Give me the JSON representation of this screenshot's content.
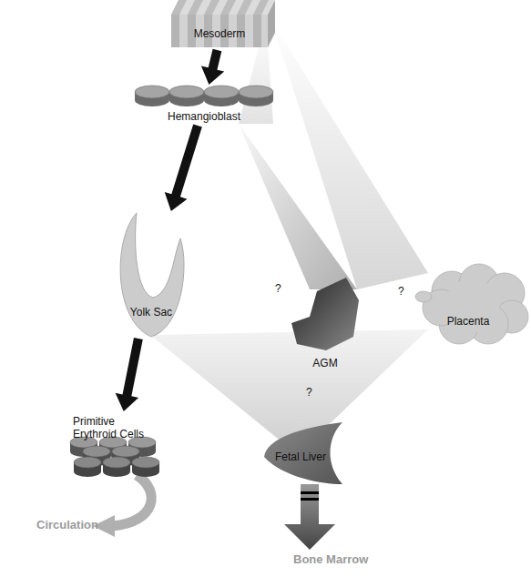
{
  "diagram": {
    "nodes": [
      {
        "text": [
          "Mesoderm"
        ]
      },
      {
        "text": [
          "Hemangioblast"
        ]
      },
      {
        "text": [
          "Yolk Sac"
        ]
      },
      {
        "text": [
          "AGM"
        ]
      },
      {
        "text": [
          "Placenta"
        ]
      },
      {
        "text": [
          "Primitive Erythroid Cells"
        ]
      },
      {
        "text": [
          "Fetal Liver"
        ]
      }
    ],
    "edges": [
      {
        "from": 0,
        "to": 1,
        "arrow": "to"
      },
      {
        "from": 1,
        "to": 2,
        "arrow": "to"
      },
      {
        "from": 2,
        "to": 5,
        "arrow": "to"
      }
    ],
    "labels": [
      "?",
      "?",
      "?",
      "Circulation",
      "Bone Marrow"
    ]
  }
}
